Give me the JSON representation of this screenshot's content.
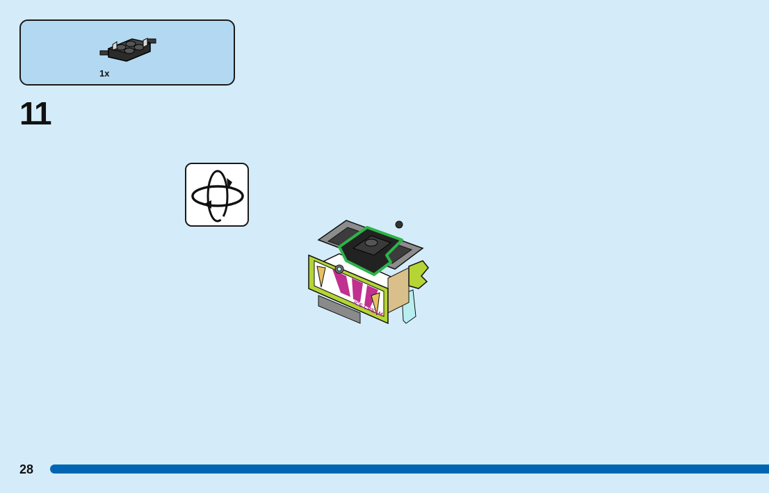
{
  "parts_list": {
    "items": [
      {
        "name": "plate-with-wheel-holder",
        "quantity": "1x"
      }
    ]
  },
  "step": {
    "number": "11"
  },
  "rotate_hint": {
    "icon": "rotate-model-icon"
  },
  "model": {
    "sticker_text": "ICE CREAM"
  },
  "page": {
    "number": "28"
  },
  "colors": {
    "background": "#d4ecf9",
    "parts_box": "#b3d9f2",
    "progress_bar": "#0066b3",
    "highlight": "#2db34a",
    "lime": "#b5d534",
    "magenta": "#c0308f"
  }
}
